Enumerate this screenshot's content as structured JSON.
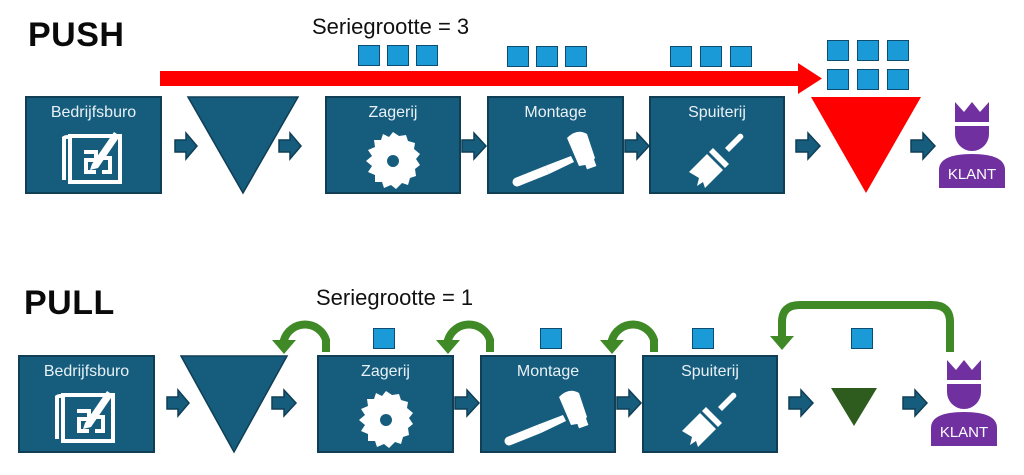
{
  "push": {
    "title": "PUSH",
    "series_label": "Seriegrootte = 3",
    "batch_size": 3,
    "stations": [
      {
        "label": "Bedrijfsburo",
        "icon": "blueprint-icon"
      },
      {
        "label": "Zagerij",
        "icon": "saw-blade-icon"
      },
      {
        "label": "Montage",
        "icon": "hammer-icon"
      },
      {
        "label": "Spuiterij",
        "icon": "paintbrush-icon"
      }
    ],
    "final_inventory_items": 6,
    "inventory_color": "#ff0000",
    "flow_arrow_color": "#ff0000",
    "customer_label": "KLANT"
  },
  "pull": {
    "title": "PULL",
    "series_label": "Seriegrootte = 1",
    "batch_size": 1,
    "stations": [
      {
        "label": "Bedrijfsburo",
        "icon": "blueprint-icon"
      },
      {
        "label": "Zagerij",
        "icon": "saw-blade-icon"
      },
      {
        "label": "Montage",
        "icon": "hammer-icon"
      },
      {
        "label": "Spuiterij",
        "icon": "paintbrush-icon"
      }
    ],
    "inventory_color": "#2d5c1e",
    "signal_arrow_color": "#3f8a26",
    "customer_label": "KLANT"
  },
  "colors": {
    "station": "#165c7d",
    "wip_item": "#1a9bd7",
    "customer": "#7030a0",
    "buffer": "#165c7d"
  }
}
